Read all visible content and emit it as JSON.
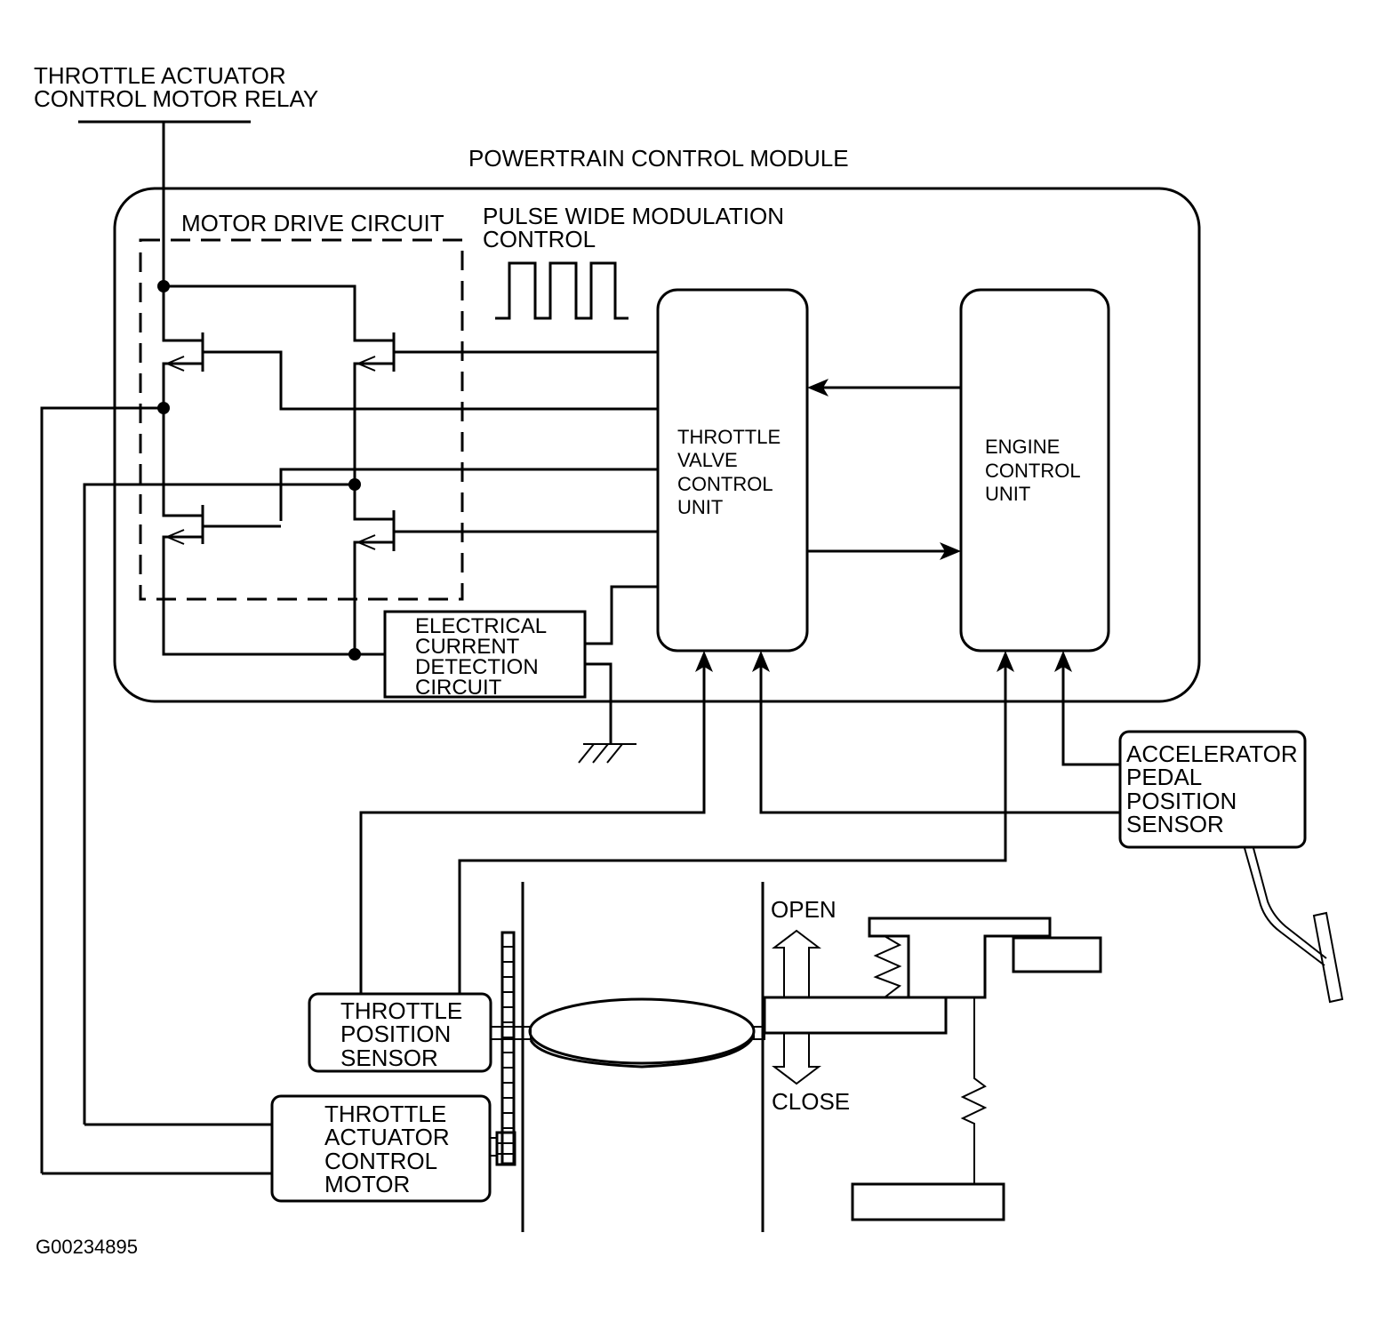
{
  "figure_id": "G00234895",
  "labels": {
    "relay": [
      "THROTTLE ACTUATOR",
      "CONTROL MOTOR RELAY"
    ],
    "pcm": "POWERTRAIN CONTROL MODULE",
    "motor_drive": "MOTOR DRIVE CIRCUIT",
    "pwm": [
      "PULSE WIDE MODULATION",
      "CONTROL"
    ],
    "tvcu": [
      "THROTTLE",
      "VALVE",
      "CONTROL",
      "UNIT"
    ],
    "ecu": [
      "ENGINE",
      "CONTROL",
      "UNIT"
    ],
    "current_detect": [
      "ELECTRICAL",
      "CURRENT",
      "DETECTION",
      "CIRCUIT"
    ],
    "apps": [
      "ACCELERATOR",
      "PEDAL",
      "POSITION",
      "SENSOR"
    ],
    "tps": [
      "THROTTLE",
      "POSITION",
      "SENSOR"
    ],
    "motor": [
      "THROTTLE",
      "ACTUATOR",
      "CONTROL",
      "MOTOR"
    ],
    "open": "OPEN",
    "close": "CLOSE"
  }
}
